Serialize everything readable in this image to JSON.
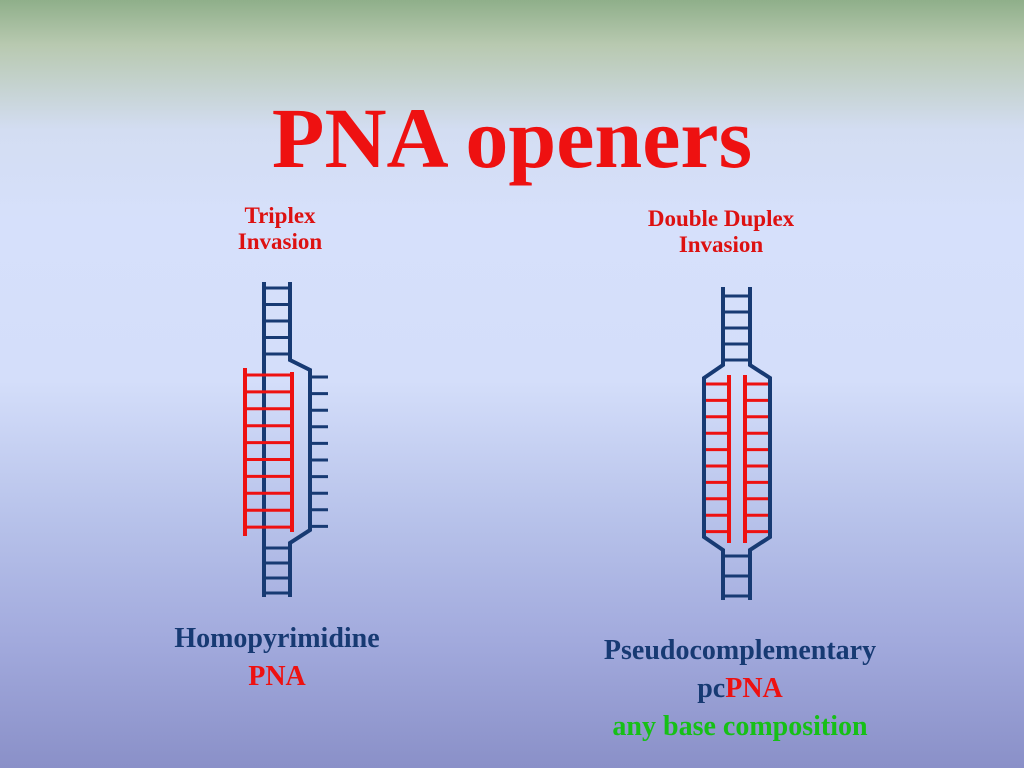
{
  "slide": {
    "title": "PNA openers",
    "colors": {
      "title": "#ee1111",
      "dna_strand": "#173a73",
      "pna_strand": "#ee1111",
      "caption_text": "#173a73",
      "highlight": "#16c016"
    }
  },
  "left_panel": {
    "label_line1": "Triplex",
    "label_line2": "Invasion",
    "caption_line1": "Homopyrimidine",
    "caption_line2": "PNA"
  },
  "right_panel": {
    "label_line1": "Double Duplex",
    "label_line2": "Invasion",
    "caption_line1": "Pseudocomplementary",
    "caption_line2_prefix": "pc",
    "caption_line2_suffix": "PNA",
    "caption_line3": "any base composition"
  }
}
